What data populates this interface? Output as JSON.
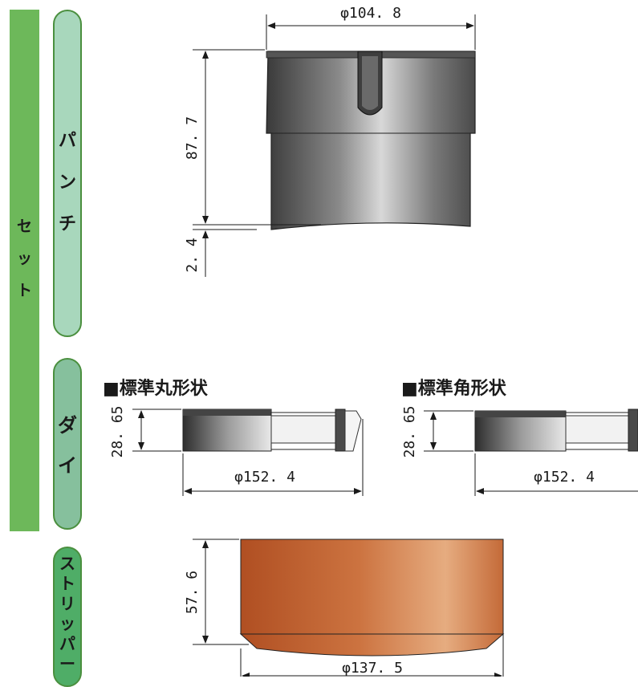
{
  "groups": {
    "set": "セ\nッ\nト",
    "punch": "パ\nン\nチ",
    "die": "ダ\nイ",
    "stripper": "ス\nト\nリ\nッ\nパ\nー"
  },
  "punch": {
    "diameter": "φ104. 8",
    "height": "87. 7",
    "shear": "2. 4"
  },
  "die_round": {
    "heading": "■標準丸形状",
    "height": "28. 65",
    "diameter": "φ152. 4"
  },
  "die_square": {
    "heading": "■標準角形状",
    "height": "28. 65",
    "diameter": "φ152. 4"
  },
  "stripper": {
    "height": "57. 6",
    "diameter": "φ137. 5"
  },
  "colors": {
    "set_bar": "#6db85a",
    "punch_tab": "#a8d7bc",
    "die_tab": "#86c09d",
    "stripper_tab": "#4fad67",
    "stripper_body": "#c9683a"
  }
}
